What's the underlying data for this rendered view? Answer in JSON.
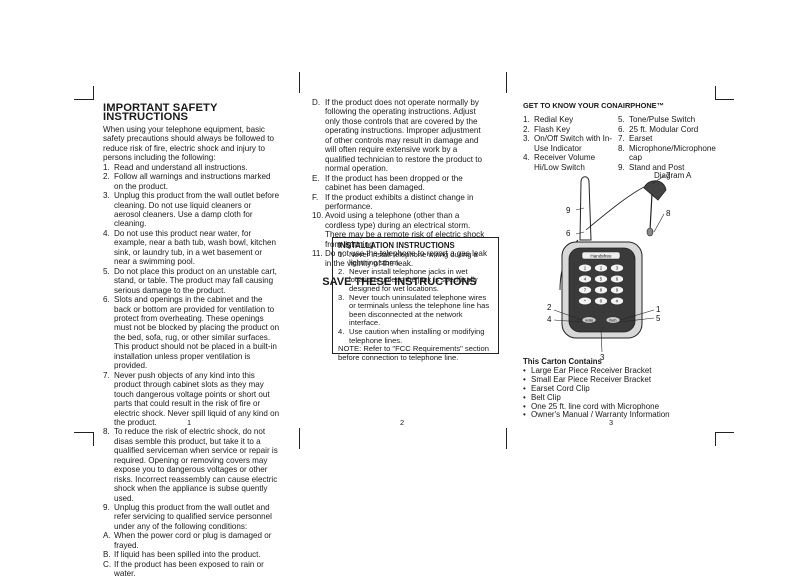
{
  "page1": {
    "title": "IMPORTANT SAFETY INSTRUCTIONS",
    "intro": "When using your telephone equipment, basic safety precautions should always be followed to reduce risk of fire, electric shock and injury to persons including the following:",
    "items": [
      {
        "num": "1.",
        "text": "Read and understand all instructions."
      },
      {
        "num": "2.",
        "text": "Follow all warnings and instructions marked on the product."
      },
      {
        "num": "3.",
        "text": "Unplug this product from the wall outlet before cleaning. Do not use liquid cleaners or aerosol cleaners. Use a damp cloth for cleaning."
      },
      {
        "num": "4.",
        "text": "Do not use this product near water, for example, near a bath tub, wash bowl, kitchen sink, or laundry tub, in a wet basement or near a swimming pool."
      },
      {
        "num": "5.",
        "text": "Do not place this product on an unstable cart, stand, or table. The product may fall causing serious damage to the product."
      },
      {
        "num": "6.",
        "text": "Slots and openings in the cabinet and the back or bottom are provided for ventilation to protect from overheating. These openings must not be blocked by placing the product on the bed, sofa, rug, or other similar surfaces. This product should not be placed in a built-in installation unless proper ventilation is provided."
      },
      {
        "num": "7.",
        "text": "Never push objects of any kind into this product through cabinet slots as they may touch dangerous voltage points or short out parts that could result in the risk of fire or electric shock. Never spill liquid of any kind on the product."
      },
      {
        "num": "8.",
        "text": "To reduce the risk of electric shock, do not disas semble this product, but take it to a qualified serviceman when service or repair is required. Opening or removing covers may expose you to dangerous voltages or other risks. Incorrect reassembly can cause electric shock when the appliance is subse quently used."
      },
      {
        "num": "9.",
        "text": "Unplug this product from the wall outlet and refer servicing to qualified service personnel under any of the following conditions:"
      },
      {
        "num": "A.",
        "text": "When the power cord or plug is damaged or frayed."
      },
      {
        "num": "B.",
        "text": "If liquid has been spilled into the product."
      },
      {
        "num": "C.",
        "text": "If the product has been exposed to rain or water."
      }
    ],
    "page_number": "1"
  },
  "page2": {
    "items": [
      {
        "num": "D.",
        "text": "If the product does not operate normally by following the operating instructions. Adjust only those controls that are covered by the operating instructions. Improper adjustment of other controls may result in damage and will often require extensive work by a qualified technician to restore the product to normal operation."
      },
      {
        "num": "E.",
        "text": "If the product has been dropped or the cabinet has been damaged."
      },
      {
        "num": "F.",
        "text": "If the product exhibits a distinct change in performance."
      },
      {
        "num": "10.",
        "text": "Avoid using a telephone (other than a cordless type) during an electrical storm. There may be a remote risk of electric shock from lightning."
      },
      {
        "num": "11.",
        "text": "Do not use the telephone to report a gas leak in the vicinity of the leak."
      }
    ],
    "save_title": "SAVE THESE INSTRUCTIONS",
    "install": {
      "title": "INSTALLATION INSTRUCTIONS",
      "items": [
        {
          "num": "1.",
          "text": "Never install telephone wiring during a lightning storm."
        },
        {
          "num": "2.",
          "text": "Never install telephone jacks in wet locations unless the jack is specifically designed for wet locations."
        },
        {
          "num": "3.",
          "text": "Never touch uninsulated telephone wires or terminals unless the telephone line has been disconnected at the network interface."
        },
        {
          "num": "4.",
          "text": "Use caution when installing or modifying telephone lines."
        }
      ],
      "note": "NOTE: Refer to \"FCC Requirements\" section before connection to telephone line."
    },
    "page_number": "2"
  },
  "page3": {
    "title": "GET TO KNOW YOUR CONAIRPHONE™",
    "parts_left": [
      {
        "num": "1.",
        "text": "Redial Key"
      },
      {
        "num": "2.",
        "text": "Flash Key"
      },
      {
        "num": "3.",
        "text": "On/Off Switch with In-Use Indicator"
      },
      {
        "num": "4.",
        "text": "Receiver Volume Hi/Low Switch"
      }
    ],
    "parts_right": [
      {
        "num": "5.",
        "text": "Tone/Pulse Switch"
      },
      {
        "num": "6.",
        "text": "25 ft. Modular Cord"
      },
      {
        "num": "7.",
        "text": "Earset"
      },
      {
        "num": "8.",
        "text": "Microphone/Microphone cap"
      },
      {
        "num": "9.",
        "text": "Stand and Post"
      }
    ],
    "diagram_label": "Diagram A",
    "callouts": [
      "1",
      "2",
      "3",
      "4",
      "5",
      "6",
      "7",
      "8",
      "9"
    ],
    "device_brand": "Handsfree",
    "keypad_keys": [
      "1",
      "2",
      "3",
      "4",
      "5",
      "6",
      "7",
      "8",
      "9",
      "*",
      "0",
      "#"
    ],
    "redial_label": "redial",
    "flash_label": "flash",
    "carton_title": "This Carton Contains",
    "carton_items": [
      "Large Ear Piece Receiver Bracket",
      "Small Ear Piece Receiver Bracket",
      "Earset Cord Clip",
      "Belt Clip",
      "One 25 ft. line cord with Microphone",
      "Owner's Manual / Warranty Information"
    ],
    "page_number": "3"
  }
}
